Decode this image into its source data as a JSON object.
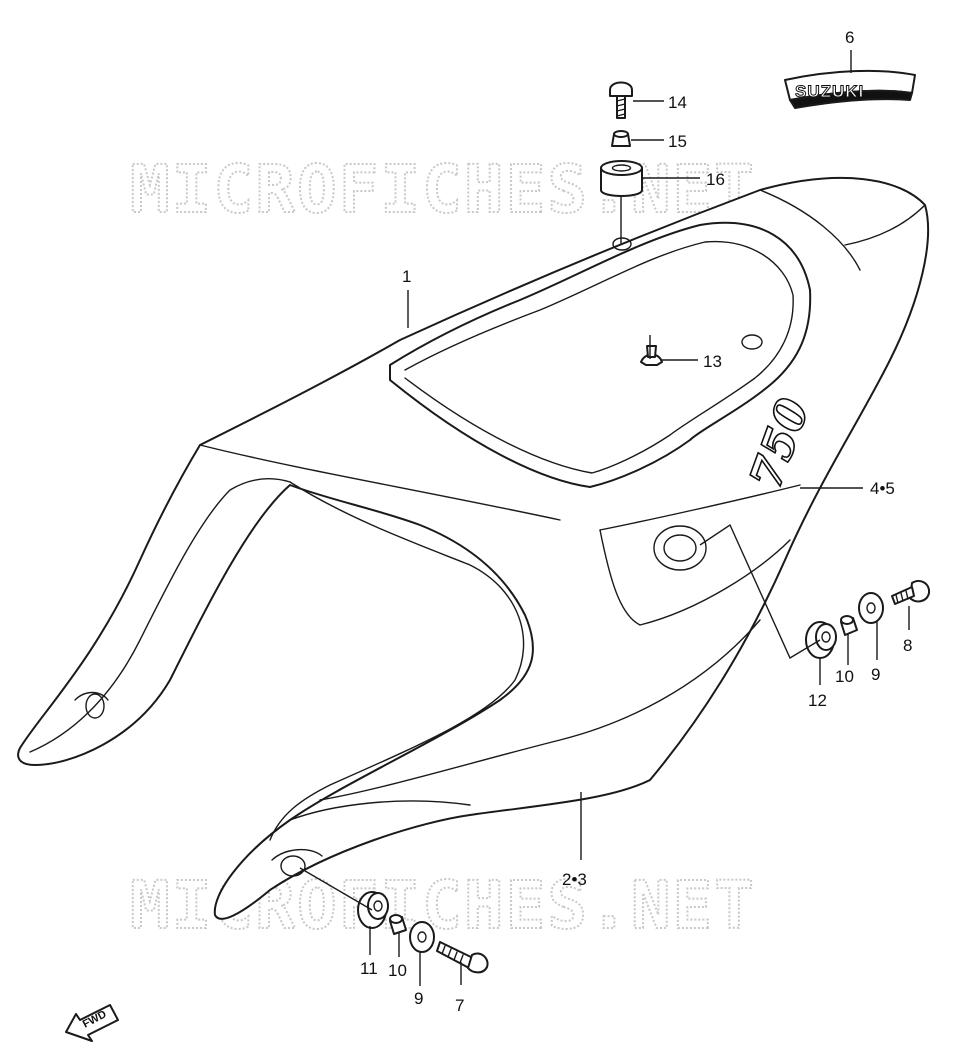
{
  "watermarks": [
    "MICROFICHES.NET",
    "MICROFICHES.NET"
  ],
  "decal_text": "SUZUKI",
  "model_badge_text": "750",
  "fwd_label": "FWD",
  "callouts": {
    "c1": "1",
    "c2_3": "2•3",
    "c4_5": "4•5",
    "c6": "6",
    "c7": "7",
    "c8": "8",
    "c9_right": "9",
    "c9_left": "9",
    "c10_right": "10",
    "c10_left": "10",
    "c11": "11",
    "c12": "12",
    "c13": "13",
    "c14": "14",
    "c15": "15",
    "c16": "16"
  }
}
